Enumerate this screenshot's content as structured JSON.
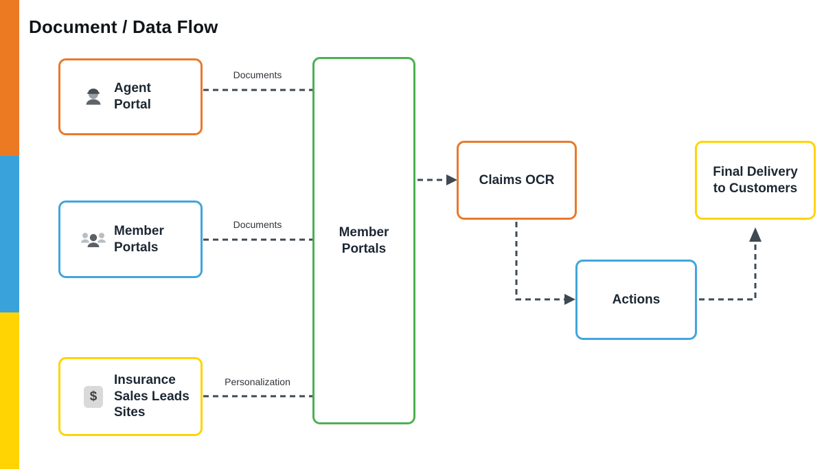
{
  "title": "Document / Data Flow",
  "accent_stripe": {
    "segments": [
      {
        "name": "orange",
        "color": "#EC7A23"
      },
      {
        "name": "blue",
        "color": "#3AA2DB"
      },
      {
        "name": "yellow",
        "color": "#FFD402"
      }
    ]
  },
  "nodes": {
    "agent_portal": {
      "label": "Agent\nPortal",
      "icon": "worker-icon",
      "border_color": "#E8792B"
    },
    "member_portals": {
      "label": "Member\nPortals",
      "icon": "people-icon",
      "border_color": "#41A5DC"
    },
    "insurance_sales_leads_sites": {
      "label": "Insurance\nSales Leads\nSites",
      "icon": "dollar-icon",
      "icon_glyph": "$",
      "border_color": "#FFD402"
    },
    "member_portals_hub": {
      "label": "Member\nPortals",
      "border_color": "#4CAF50"
    },
    "claims_ocr": {
      "label": "Claims OCR",
      "border_color": "#E8792B"
    },
    "actions": {
      "label": "Actions",
      "border_color": "#41A5DC"
    },
    "final_delivery": {
      "label": "Final Delivery\nto Customers",
      "border_color": "#FFD402"
    }
  },
  "edges": {
    "agent_to_hub": {
      "label": "Documents"
    },
    "members_to_hub": {
      "label": "Documents"
    },
    "insurance_to_hub": {
      "label": "Personalization"
    }
  },
  "colors": {
    "connector": "#3E4953",
    "node_text": "#1C2733",
    "title_text": "#101418",
    "background": "#FFFFFF"
  }
}
